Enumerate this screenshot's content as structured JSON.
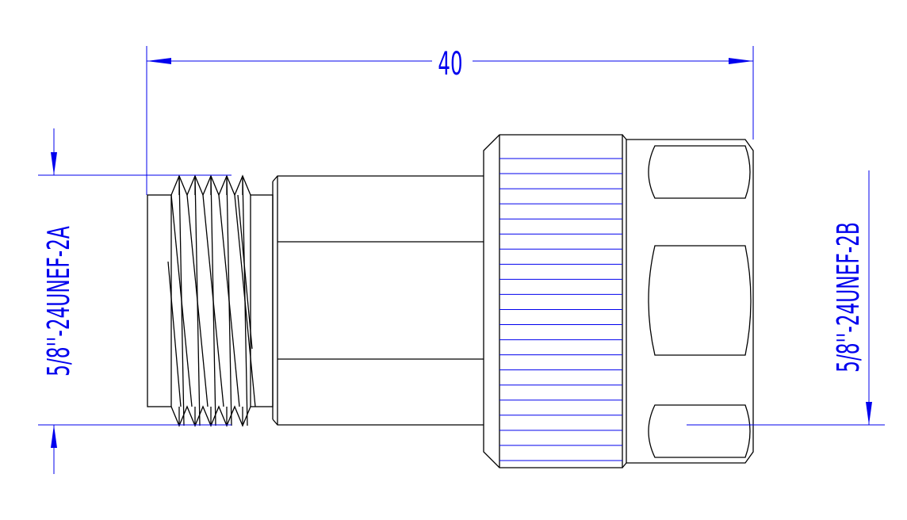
{
  "drawing": {
    "dimension_length": "40",
    "thread_left": "5/8''-24UNEF-2A",
    "thread_right": "5/8''-24UNEF-2B"
  },
  "colors": {
    "outline": "#000000",
    "dimension": "#0000ee",
    "background": "#ffffff"
  },
  "features": {
    "knurl_line_count": 21,
    "thread_crest_count": 5
  }
}
